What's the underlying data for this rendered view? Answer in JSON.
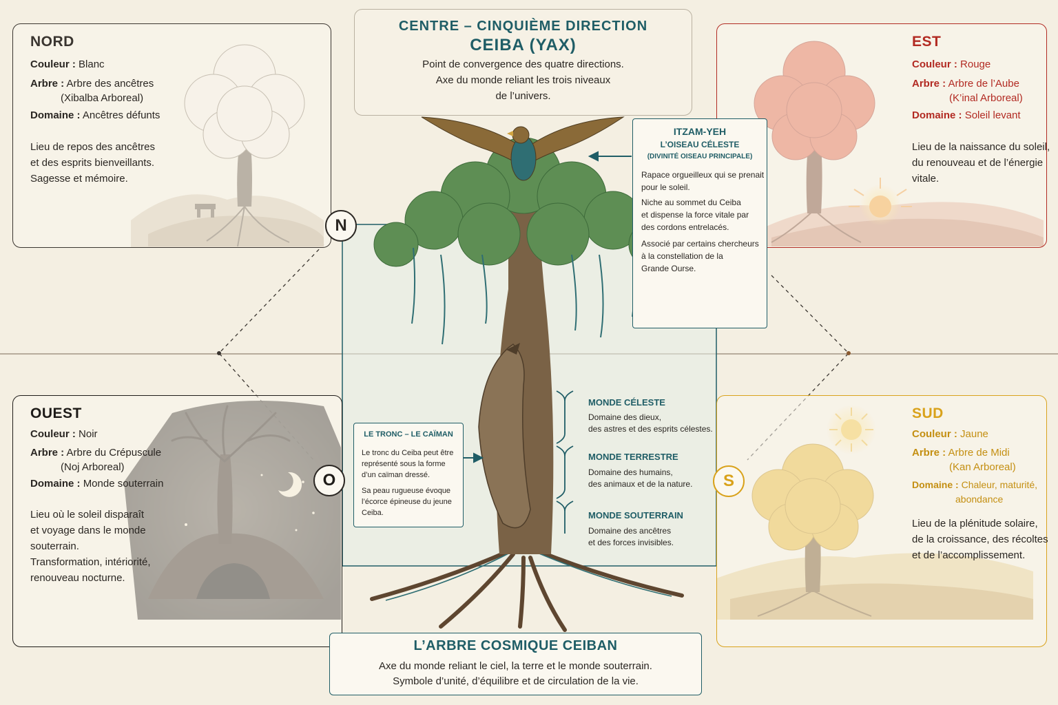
{
  "centre": {
    "label": "CENTRE  –  CINQUIÈME DIRECTION",
    "name": "CEIBA (YAX)",
    "desc": [
      "Point de convergence des quatre directions.",
      "Axe du monde reliant les trois niveaux",
      "de l’univers."
    ]
  },
  "nord": {
    "title": "NORD",
    "compass": "N",
    "couleur_label": "Couleur :",
    "couleur": "Blanc",
    "arbre_label": "Arbre :",
    "arbre": "Arbre des ancêtres",
    "arbre_sub": "(Xibalba Arboreal)",
    "domaine_label": "Domaine :",
    "domaine": "Ancêtres défunts",
    "desc": [
      "Lieu de repos des ancêtres",
      "et des esprits bienveillants.",
      "Sagesse et mémoire."
    ]
  },
  "est": {
    "title": "EST",
    "couleur_label": "Couleur :",
    "couleur": "Rouge",
    "arbre_label": "Arbre :",
    "arbre": "Arbre de l’Aube",
    "arbre_sub": "(K’inal Arboreal)",
    "domaine_label": "Domaine :",
    "domaine": "Soleil levant",
    "desc": [
      "Lieu de la naissance du soleil,",
      "du renouveau et de l’énergie",
      "vitale."
    ]
  },
  "ouest": {
    "title": "OUEST",
    "compass": "O",
    "couleur_label": "Couleur :",
    "couleur": "Noir",
    "arbre_label": "Arbre :",
    "arbre": "Arbre du Crépuscule",
    "arbre_sub": "(Noj Arboreal)",
    "domaine_label": "Domaine :",
    "domaine": "Monde souterrain",
    "desc": [
      "Lieu où le soleil disparaît",
      "et voyage dans le monde",
      "souterrain.",
      "Transformation, intériorité,",
      "renouveau nocturne."
    ]
  },
  "sud": {
    "title": "SUD",
    "compass": "S",
    "couleur_label": "Couleur :",
    "couleur": "Jaune",
    "arbre_label": "Arbre :",
    "arbre": "Arbre de Midi",
    "arbre_sub": "(Kan Arboreal)",
    "domaine_label": "Domaine :",
    "domaine": "Chaleur, maturité,",
    "domaine_sub": "abondance",
    "desc": [
      "Lieu de la plénitude solaire,",
      "de la croissance, des récoltes",
      "et de l’accomplissement."
    ]
  },
  "itzam": {
    "title": "ITZAM-YEH",
    "subtitle": "L’OISEAU CÉLESTE",
    "subtitle2": "(DIVINITÉ OISEAU PRINCIPALE)",
    "p1": [
      "Rapace orgueilleux qui se prenait",
      "pour le soleil."
    ],
    "p2": [
      "Niche au sommet du Ceiba",
      "et dispense la force vitale par",
      "des cordons entrelacés."
    ],
    "p3": [
      "Associé par certains chercheurs",
      "à la constellation de la",
      "Grande Ourse."
    ]
  },
  "tronc": {
    "title": "LE TRONC – LE CAÏMAN",
    "p1": [
      "Le tronc du Ceiba peut être",
      "représenté sous la forme",
      "d’un caïman dressé."
    ],
    "p2": [
      "Sa peau rugueuse évoque",
      "l’écorce épineuse du jeune",
      "Ceiba."
    ]
  },
  "levels": [
    {
      "title": "MONDE CÉLESTE",
      "desc": [
        "Domaine des dieux,",
        "des astres et des esprits célestes."
      ]
    },
    {
      "title": "MONDE TERRESTRE",
      "desc": [
        "Domaine des humains,",
        "des animaux et de la nature."
      ]
    },
    {
      "title": "MONDE SOUTERRAIN",
      "desc": [
        "Domaine des ancêtres",
        "et des forces invisibles."
      ]
    }
  ],
  "footer": {
    "title": "L’ARBRE COSMIQUE CEIBAN",
    "desc": [
      "Axe du monde reliant le ciel, la terre et le monde souterrain.",
      "Symbole d’unité, d’équilibre et de circulation de la vie."
    ]
  },
  "colors": {
    "teal": "#1f5d66",
    "nord": "#3a3530",
    "est": "#b22a22",
    "ouest": "#1e1b18",
    "sud": "#d9a21b"
  }
}
